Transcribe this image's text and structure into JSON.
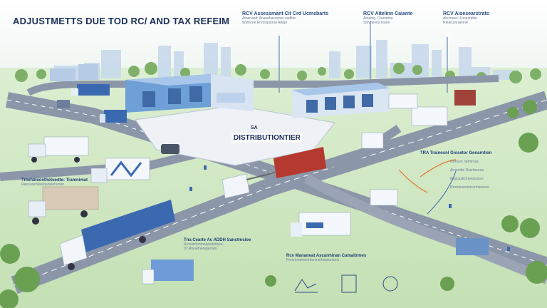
{
  "title": "ADJUSTMETTS DUE TOD RC/ AND TAX REFEIM",
  "center": {
    "top": "SA",
    "label": "DISTRIBUTIONTIER"
  },
  "callouts": [
    {
      "id": "top-center",
      "title": "RCV Assessmant Cit Crd Ucmsbarts",
      "lines": [
        "Atnensed: Anasehaceoner vaditre:",
        "Wsthcne Enrinspstroa Adapr"
      ]
    },
    {
      "id": "top-right-1",
      "title": "RCV Aitelinn Caiante",
      "lines": [
        "Atnaing. Crenorine",
        "Sinvheoris:rsune"
      ]
    },
    {
      "id": "top-right-2",
      "title": "RCV Aisesearstrats",
      "lines": [
        "Ahcinees: Fncesrirtiin",
        "Rieaicsnraerine"
      ]
    },
    {
      "id": "left-mid",
      "title": "",
      "lines": [
        "Tmehdieonthetuedte: Tramnimat",
        "Reecenentaamabulehunen"
      ]
    },
    {
      "id": "right-mid",
      "title": "TRA Trainosnl Giosetor Genarntion",
      "lines": [
        "Grmuvs netrnrvas",
        "Arnentbe Rssrtoenns",
        "Rnpcasticinyesvuces",
        "Rnsmicerntoiscrinteenss"
      ]
    },
    {
      "id": "bottom-center",
      "title": "Tna Cearte Ac ADDH Sanctmsioe",
      "lines": [
        "Rrcostcinnmeapsinhleve,",
        "Dr Rtsuetnerepernen"
      ]
    },
    {
      "id": "bottom-mid",
      "title": "Rcv Mananeat Ascarminan Camaitrmes",
      "lines": [
        "Forsnrmetnnrinhecnmhetsiuniens"
      ]
    }
  ],
  "colors": {
    "sky": "#ffffff",
    "grass": "#cfe6c3",
    "road": "#8b96a8",
    "building": "#7aa9db",
    "trailer_blue": "#3a69b0",
    "trailer_red": "#b5392f",
    "accent_orange": "#e2762a"
  }
}
